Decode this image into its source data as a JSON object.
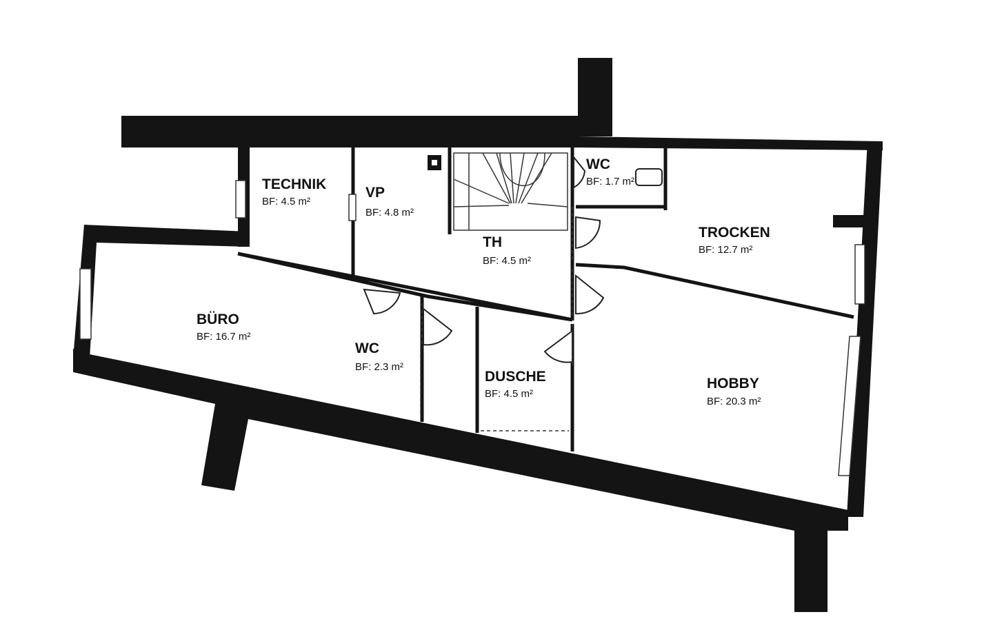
{
  "rooms": [
    {
      "id": "technik",
      "name": "TECHNIK",
      "area": "BF: 4.5 m²"
    },
    {
      "id": "vp",
      "name": "VP",
      "area": "BF: 4.8 m²"
    },
    {
      "id": "th",
      "name": "TH",
      "area": "BF: 4.5 m²"
    },
    {
      "id": "wc_top",
      "name": "WC",
      "area": "BF: 1.7 m²"
    },
    {
      "id": "trocken",
      "name": "TROCKEN",
      "area": "BF: 12.7 m²"
    },
    {
      "id": "buero",
      "name": "BÜRO",
      "area": "BF: 16.7 m²"
    },
    {
      "id": "wc_mid",
      "name": "WC",
      "area": "BF: 2.3 m²"
    },
    {
      "id": "dusche",
      "name": "DUSCHE",
      "area": "BF: 4.5 m²"
    },
    {
      "id": "hobby",
      "name": "HOBBY",
      "area": "BF: 20.3 m²"
    }
  ]
}
